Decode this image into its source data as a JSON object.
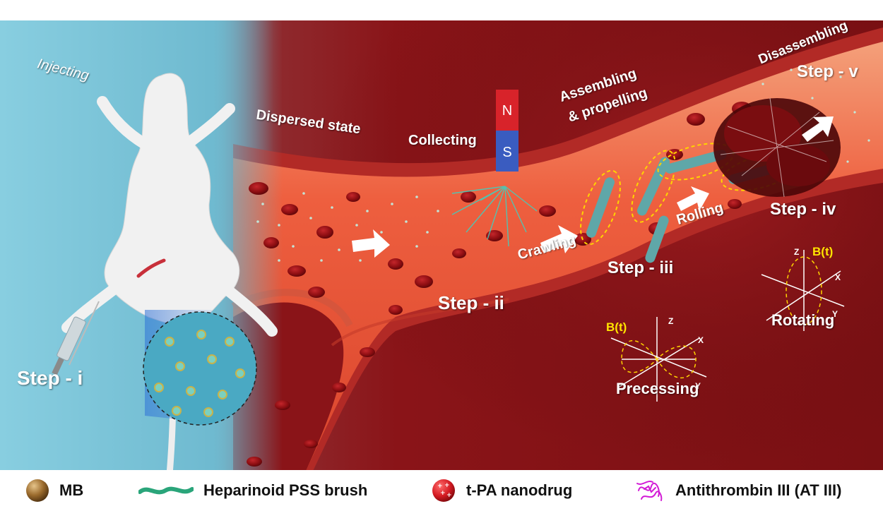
{
  "labels": {
    "injecting": "Injecting",
    "dispersed_state": "Dispersed state",
    "collecting": "Collecting",
    "assembling_line1": "Assembling",
    "assembling_line2": "& propelling",
    "disassembling": "Disassembling",
    "crawling": "Crawling",
    "rolling": "Rolling",
    "precessing": "Precessing",
    "rotating": "Rotating"
  },
  "steps": {
    "i": "Step - i",
    "ii": "Step - ii",
    "iii": "Step - iii",
    "iv": "Step - iv",
    "v": "Step - v"
  },
  "magnet": {
    "north": "N",
    "south": "S",
    "north_color": "#d8232a",
    "south_color": "#3a5cc0"
  },
  "field_diagrams": {
    "precessing": {
      "field_label": "B(t)",
      "axis_z": "Z",
      "axis_x": "X",
      "axis_y": "Y"
    },
    "rotating": {
      "field_label": "B(t)",
      "axis_z": "Z",
      "axis_x": "X",
      "axis_y": "Y"
    }
  },
  "legend": [
    {
      "icon": "mb-sphere-icon",
      "label": "MB"
    },
    {
      "icon": "pss-brush-icon",
      "label": "Heparinoid PSS brush"
    },
    {
      "icon": "tpa-nanodrug-icon",
      "label": "t-PA nanodrug"
    },
    {
      "icon": "antithrombin-icon",
      "label": "Antithrombin III (AT III)"
    }
  ],
  "colors": {
    "background_left": "#7cc3d6",
    "background_right": "#8a1418",
    "vessel": "#e8553a",
    "red_blood_cell": "#8e0e12",
    "accent_yellow": "#ffe400"
  }
}
